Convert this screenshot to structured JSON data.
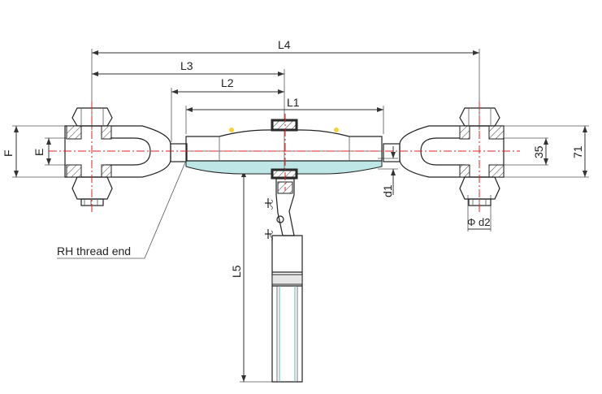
{
  "labels": {
    "L4": "L4",
    "L3": "L3",
    "L2": "L2",
    "L1": "L1",
    "L5": "L5",
    "F": "F",
    "E": "E",
    "d1": "d1",
    "d2": "Φ d2",
    "dim35": "35",
    "dim71": "71",
    "rh_thread": "RH thread end"
  },
  "colors": {
    "centerline": "#e02020",
    "sleeve_fill": "#bfe6e6",
    "marker": "#f5d23a",
    "line": "#222222"
  }
}
